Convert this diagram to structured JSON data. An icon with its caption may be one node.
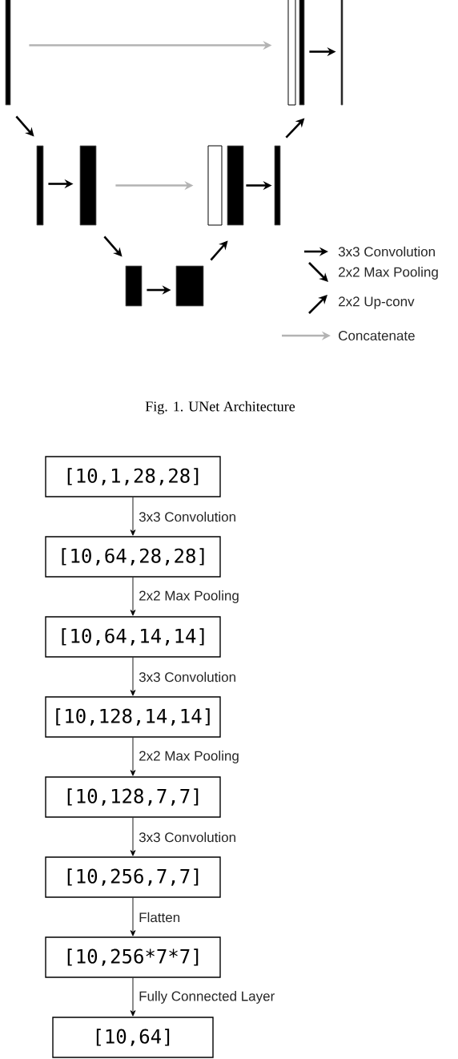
{
  "diagram": {
    "caption": "Fig. 1. UNet Architecture",
    "nodes": [
      {
        "text": [],
        "shape": "bar"
      },
      {
        "text": [],
        "shape": "bar"
      },
      {
        "text": [],
        "shape": "bar"
      },
      {
        "text": [],
        "shape": "bar"
      },
      {
        "text": [],
        "shape": "bar"
      },
      {
        "text": [],
        "shape": "bar"
      },
      {
        "text": [],
        "shape": "bar"
      },
      {
        "text": [],
        "shape": "bar"
      },
      {
        "text": [],
        "shape": "bar"
      },
      {
        "text": [],
        "shape": "bar"
      },
      {
        "text": [],
        "shape": "bar"
      },
      {
        "text": [
          "[10,1,28,28]"
        ]
      },
      {
        "text": [
          "[10,64,28,28]"
        ]
      },
      {
        "text": [
          "[10,64,14,14]"
        ]
      },
      {
        "text": [
          "[10,128,14,14]"
        ]
      },
      {
        "text": [
          "[10,128,7,7]"
        ]
      },
      {
        "text": [
          "[10,256,7,7]"
        ]
      },
      {
        "text": [
          "[10,256*7*7]"
        ]
      },
      {
        "text": [
          "[10,64]"
        ]
      }
    ],
    "edges": [
      {
        "from": 0,
        "to": 1,
        "arrow": "to",
        "color": "#b3b3b3"
      },
      {
        "from": 2,
        "to": 3,
        "arrow": "to"
      },
      {
        "from": 0,
        "to": 4,
        "arrow": "to"
      },
      {
        "from": 8,
        "to": 2,
        "arrow": "to"
      },
      {
        "from": 4,
        "to": 5,
        "arrow": "to"
      },
      {
        "from": 5,
        "to": 6,
        "arrow": "to",
        "color": "#b3b3b3"
      },
      {
        "from": 7,
        "to": 8,
        "arrow": "to"
      },
      {
        "from": 5,
        "to": 9,
        "arrow": "to"
      },
      {
        "from": 10,
        "to": 7,
        "arrow": "to"
      },
      {
        "from": 9,
        "to": 10,
        "arrow": "to"
      },
      {
        "from": 11,
        "to": 12,
        "arrow": "to",
        "label": "3x3 Convolution"
      },
      {
        "from": 12,
        "to": 13,
        "arrow": "to",
        "label": "2x2 Max Pooling"
      },
      {
        "from": 13,
        "to": 14,
        "arrow": "to",
        "label": "3x3 Convolution"
      },
      {
        "from": 14,
        "to": 15,
        "arrow": "to",
        "label": "2x2 Max Pooling"
      },
      {
        "from": 15,
        "to": 16,
        "arrow": "to",
        "label": "3x3 Convolution"
      },
      {
        "from": 16,
        "to": 17,
        "arrow": "to",
        "label": "Flatten"
      },
      {
        "from": 17,
        "to": 18,
        "arrow": "to",
        "label": "Fully Connected Layer"
      }
    ],
    "legend": [
      {
        "text": "3x3 Convolution"
      },
      {
        "text": "2x2 Max Pooling"
      },
      {
        "text": "2x2 Up-conv"
      },
      {
        "text": "Concatenate"
      }
    ]
  }
}
